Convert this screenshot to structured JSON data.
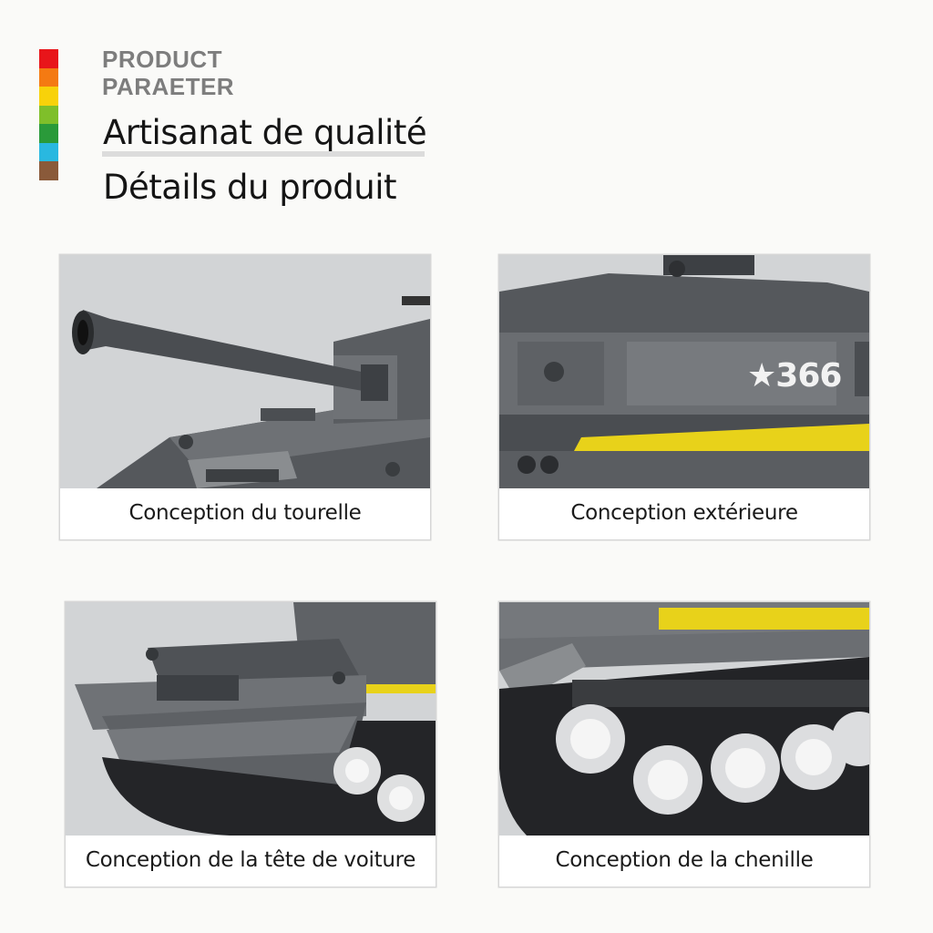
{
  "header": {
    "eyebrow_line1": "PRODUCT",
    "eyebrow_line2": "PARAETER",
    "title_line1": "Artisanat de qualité",
    "title_line2": "Détails du produit",
    "palette": [
      "#e8151a",
      "#f47a12",
      "#f8d20a",
      "#7fbf2a",
      "#2a9a3a",
      "#29b8e0",
      "#8a5a3a"
    ]
  },
  "cards": [
    {
      "caption": "Conception du tourelle"
    },
    {
      "caption": "Conception extérieure",
      "decal_text": "★366"
    },
    {
      "caption": "Conception de la tête de voiture"
    },
    {
      "caption": "Conception de la chenille"
    }
  ],
  "colors": {
    "tank_gray": "#6b6e72",
    "tank_dark": "#45484c",
    "track_black": "#222326",
    "accent_yellow": "#e8d21a"
  }
}
